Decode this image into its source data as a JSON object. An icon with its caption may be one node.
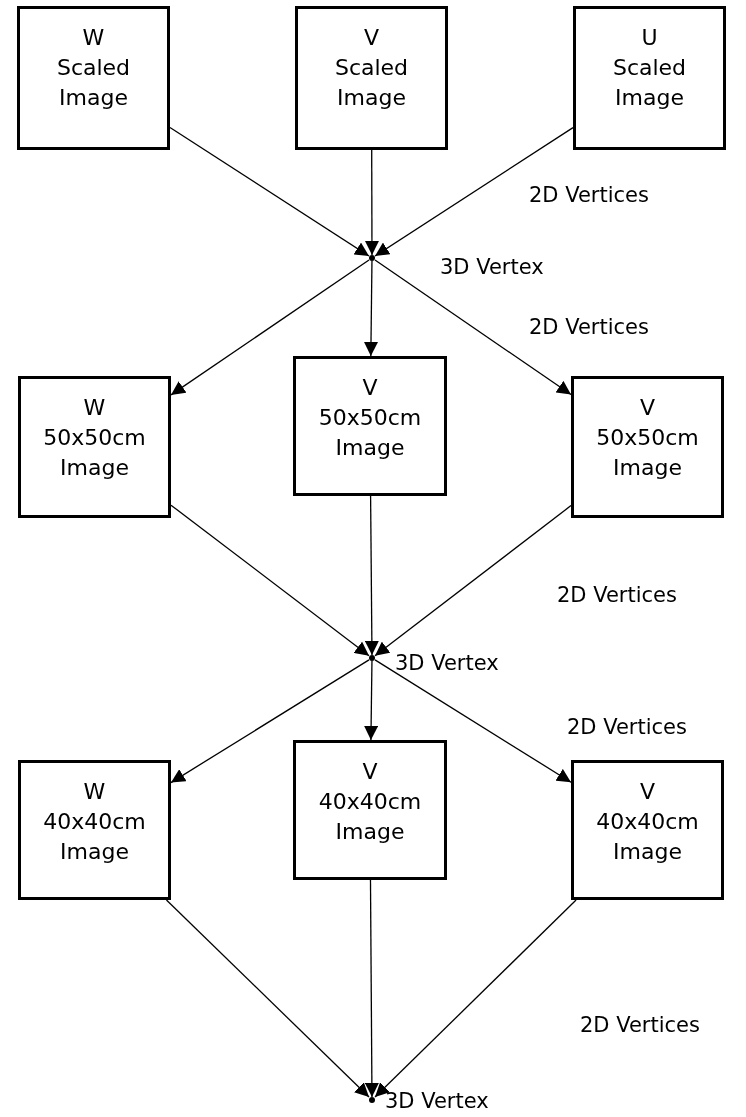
{
  "diagram": {
    "nodes": [
      {
        "text": [
          "W",
          "Scaled Image"
        ]
      },
      {
        "text": [
          "V",
          "Scaled Image"
        ]
      },
      {
        "text": [
          "U",
          "Scaled Image"
        ]
      },
      {
        "text": [],
        "shape": "point",
        "beside": [
          "3D Vertex"
        ]
      },
      {
        "text": [
          "W",
          "50x50cm Image"
        ]
      },
      {
        "text": [
          "V",
          "50x50cm Image"
        ]
      },
      {
        "text": [
          "V",
          "50x50cm Image"
        ]
      },
      {
        "text": [],
        "shape": "point",
        "beside": [
          "3D Vertex"
        ]
      },
      {
        "text": [
          "W",
          "40x40cm Image"
        ]
      },
      {
        "text": [
          "V",
          "40x40cm Image"
        ]
      },
      {
        "text": [
          "V",
          "40x40cm Image"
        ]
      },
      {
        "text": [],
        "shape": "point",
        "beside": [
          "3D Vertex"
        ]
      }
    ],
    "edges": [
      {
        "from": 0,
        "to": 3,
        "arrow": "to"
      },
      {
        "from": 1,
        "to": 3,
        "arrow": "to"
      },
      {
        "from": 2,
        "to": 3,
        "arrow": "to",
        "label": "2D Vertices"
      },
      {
        "from": 3,
        "to": 4,
        "arrow": "to"
      },
      {
        "from": 3,
        "to": 5,
        "arrow": "to"
      },
      {
        "from": 3,
        "to": 6,
        "arrow": "to",
        "label": "2D Vertices"
      },
      {
        "from": 4,
        "to": 7,
        "arrow": "to"
      },
      {
        "from": 5,
        "to": 7,
        "arrow": "to"
      },
      {
        "from": 6,
        "to": 7,
        "arrow": "to",
        "label": "2D Vertices"
      },
      {
        "from": 7,
        "to": 8,
        "arrow": "to"
      },
      {
        "from": 7,
        "to": 9,
        "arrow": "to"
      },
      {
        "from": 7,
        "to": 10,
        "arrow": "to",
        "label": "2D Vertices"
      },
      {
        "from": 8,
        "to": 11,
        "arrow": "to"
      },
      {
        "from": 9,
        "to": 11,
        "arrow": "to"
      },
      {
        "from": 10,
        "to": 11,
        "arrow": "to",
        "label": "2D Vertices"
      }
    ]
  }
}
